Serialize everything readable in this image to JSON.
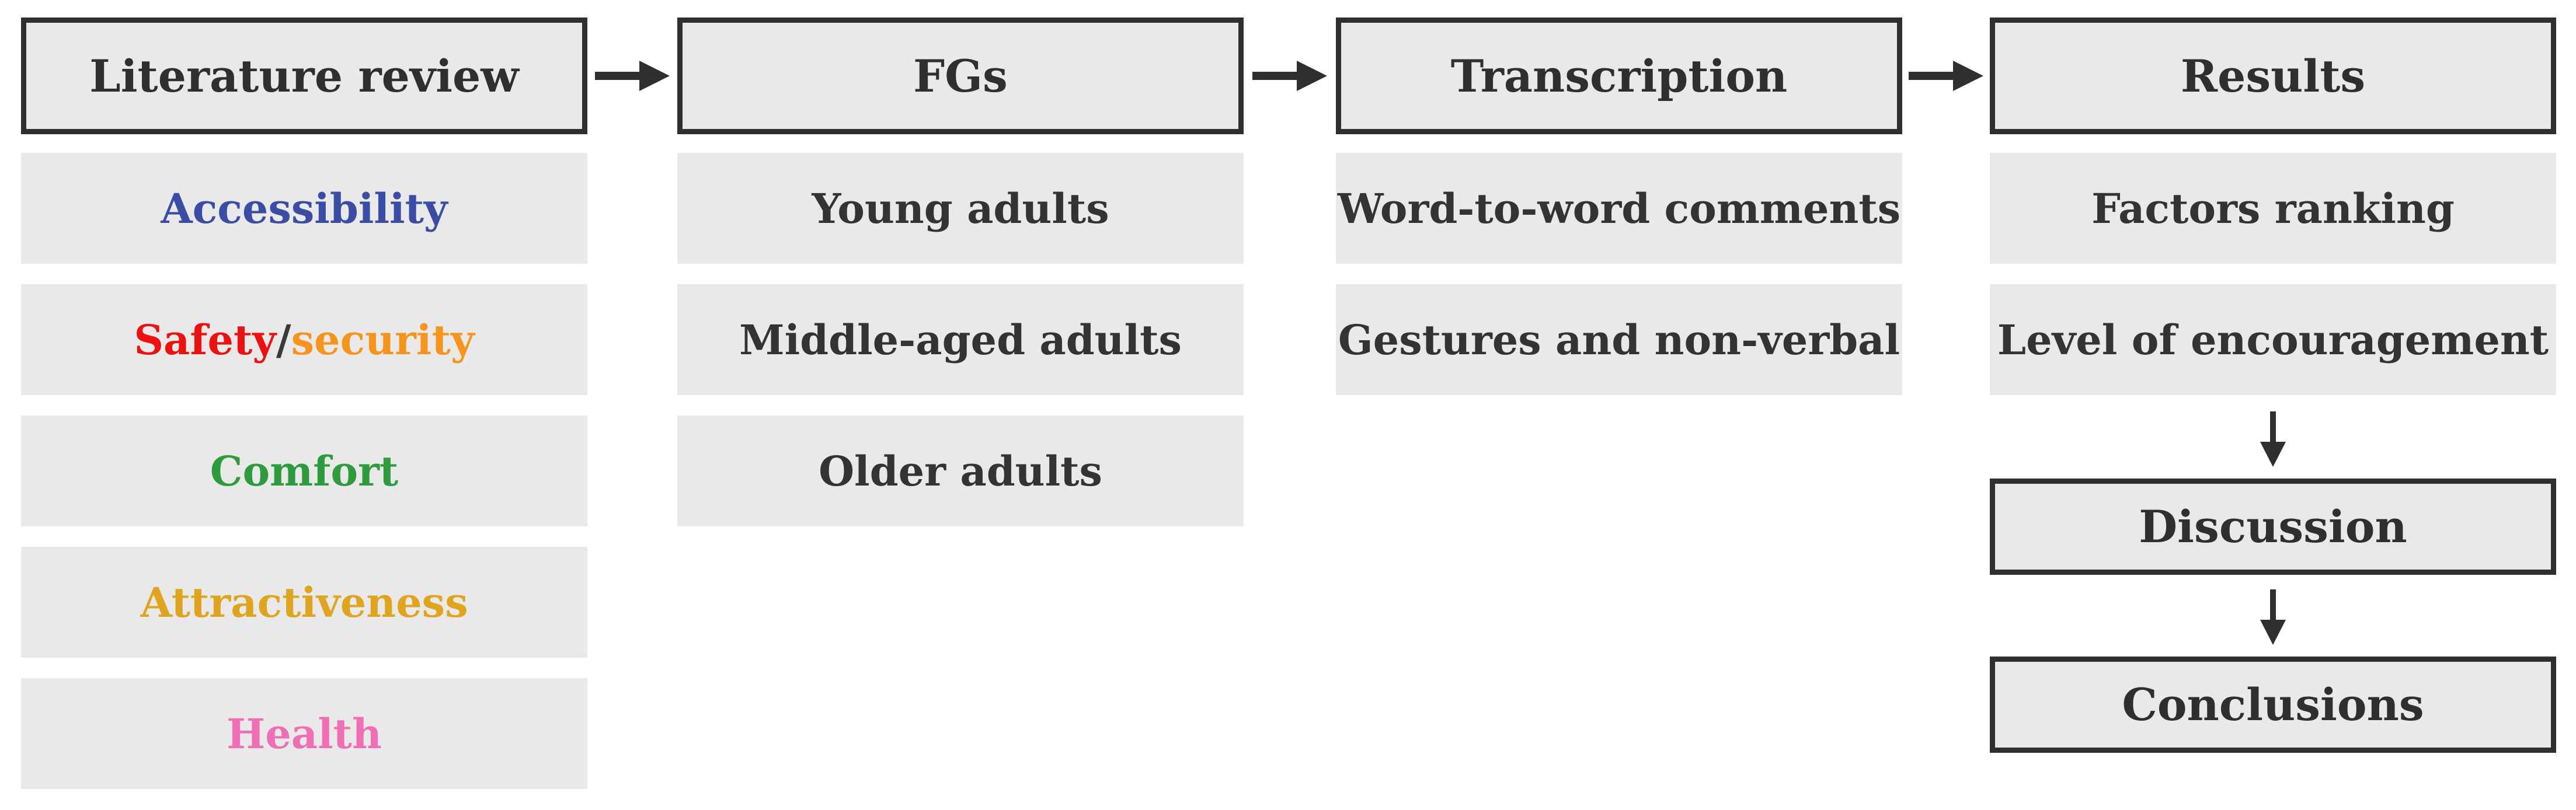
{
  "diagram": {
    "background": "#FFFFFF",
    "box_fill": "#E9E9E9",
    "border_color": "#2F2F2F",
    "arrow_color": "#2F2F2F",
    "header_text_color": "#2F2F2F",
    "item_text_color": "#333333",
    "icons": {
      "horizontal_flow": "arrow-right-icon",
      "vertical_flow": "arrow-down-icon"
    },
    "columns": [
      {
        "header": "Literature review",
        "items": [
          {
            "parts": [
              {
                "text": "Accessibility",
                "color": "#3A4CA4"
              }
            ]
          },
          {
            "parts": [
              {
                "text": "Safety",
                "color": "#EE1111"
              },
              {
                "text": "/",
                "color": "#3A3A3A"
              },
              {
                "text": "security",
                "color": "#F7941E"
              }
            ]
          },
          {
            "parts": [
              {
                "text": "Comfort",
                "color": "#2E9B3C"
              }
            ]
          },
          {
            "parts": [
              {
                "text": "Attractiveness",
                "color": "#DFA51E"
              }
            ]
          },
          {
            "parts": [
              {
                "text": "Health",
                "color": "#F06EB5"
              }
            ]
          }
        ]
      },
      {
        "header": "FGs",
        "items": [
          {
            "parts": [
              {
                "text": "Young adults",
                "color": "#333333"
              }
            ]
          },
          {
            "parts": [
              {
                "text": "Middle-aged adults",
                "color": "#333333"
              }
            ]
          },
          {
            "parts": [
              {
                "text": "Older adults",
                "color": "#333333"
              }
            ]
          }
        ]
      },
      {
        "header": "Transcription",
        "items": [
          {
            "parts": [
              {
                "text": "Word-to-word comments",
                "color": "#333333"
              }
            ]
          },
          {
            "parts": [
              {
                "text": "Gestures and non-verbal",
                "color": "#333333"
              }
            ]
          }
        ]
      },
      {
        "header": "Results",
        "items": [
          {
            "parts": [
              {
                "text": "Factors ranking",
                "color": "#333333"
              }
            ]
          },
          {
            "parts": [
              {
                "text": "Level of encouragement",
                "color": "#333333"
              }
            ]
          }
        ],
        "flow": [
          {
            "label": "Discussion"
          },
          {
            "label": "Conclusions"
          }
        ]
      }
    ]
  }
}
